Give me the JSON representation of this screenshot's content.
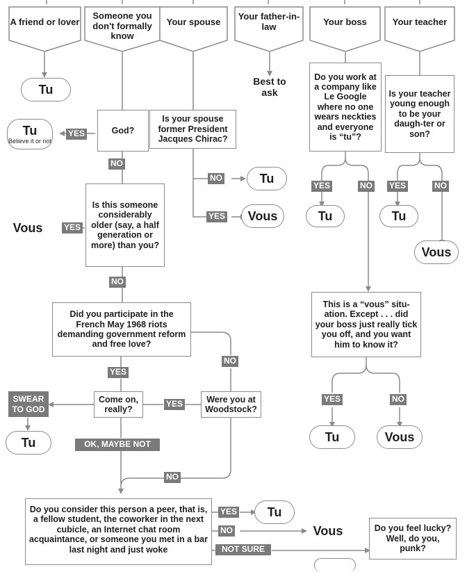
{
  "headers": [
    "A friend or lover",
    "Someone you don't formally know",
    "Your spouse",
    "Your father-in-law",
    "Your boss",
    "Your teacher"
  ],
  "answers": {
    "tu": "Tu",
    "vous": "Vous",
    "best_to_ask": "Best to ask",
    "believe_it": "Believe it or not"
  },
  "labels": {
    "yes": "YES",
    "no": "NO",
    "swear": "SWEAR TO GOD",
    "ok_maybe": "OK, MAYBE NOT",
    "not_sure": "NOT SURE"
  },
  "questions": {
    "god": "God?",
    "spouse": "Is your spouse former President Jacques Chirac?",
    "google": "Do you work at a company like Le Google where no one wears neckties and everyone is “tu”?",
    "teacher": "Is your teacher young enough to be your daugh-ter or son?",
    "older": "Is this someone considerably older (say, a half generation or more) than you?",
    "boss": "This is a “vous” situ-ation. Except . . . did your boss just really tick you off, and you want him to know it?",
    "may68": "Did you participate in the French May 1968 riots demanding government reform and free love?",
    "really": "Come on, really?",
    "woodstock": "Were you at Woodstock?",
    "peer": "Do you consider this person a peer, that is, a fellow student, the coworker in the next cubicle, an Internet chat room acquaintance, or someone you met in a bar last night and just woke",
    "lucky": "Do you feel lucky? Well, do you, punk?"
  }
}
